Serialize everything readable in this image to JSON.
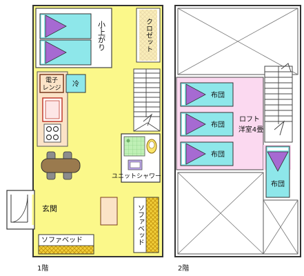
{
  "floor1": {
    "caption": "1階",
    "labels": {
      "upper_space": "小上がり",
      "closet": "クロゼット",
      "microwave": "電子\nレンジ",
      "fridge": "冷",
      "unit_shower": "ユニットシャワー",
      "entrance": "玄関",
      "sofa_bed_bottom": "ソファベッド",
      "sofa_bed_right": "ソファベッド"
    }
  },
  "floor2": {
    "caption": "2階",
    "labels": {
      "loft": "ロフト",
      "loft_size": "洋室4畳",
      "futon_1": "布団",
      "futon_2": "布団",
      "futon_3": "布団",
      "futon_4": "布団"
    }
  },
  "colors": {
    "floor_yellow": "#fbf88a",
    "upper_area_white": "#ffffff",
    "loft_pink": "#fbd9f0",
    "bedding_cyan": "#8ee7ea",
    "pillow_purple": "#a66ad2",
    "kitchen_counter": "#fbe3c7",
    "sofa_check": "#f2cf3a",
    "table_brown": "#9a7a4e",
    "table_gray": "#8c8c8c",
    "shower_bath_green": "#bff0b5",
    "outline": "#333333"
  }
}
